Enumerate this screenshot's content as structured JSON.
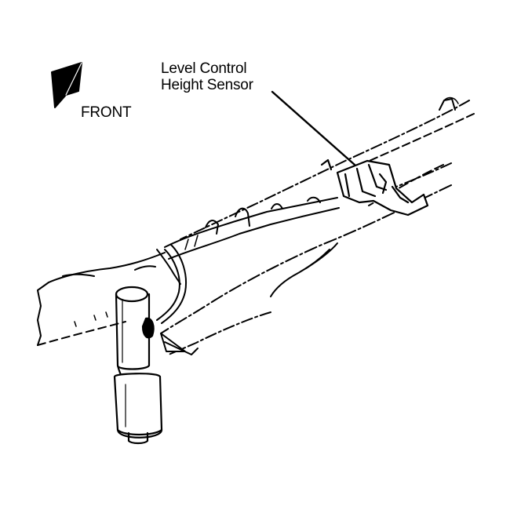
{
  "callouts": {
    "sensor_line1": "Level Control",
    "sensor_line2": "Height Sensor",
    "front": "FRONT"
  },
  "colors": {
    "ink": "#000000",
    "paper": "#ffffff"
  },
  "icons": {
    "direction": "front-arrow-icon"
  }
}
